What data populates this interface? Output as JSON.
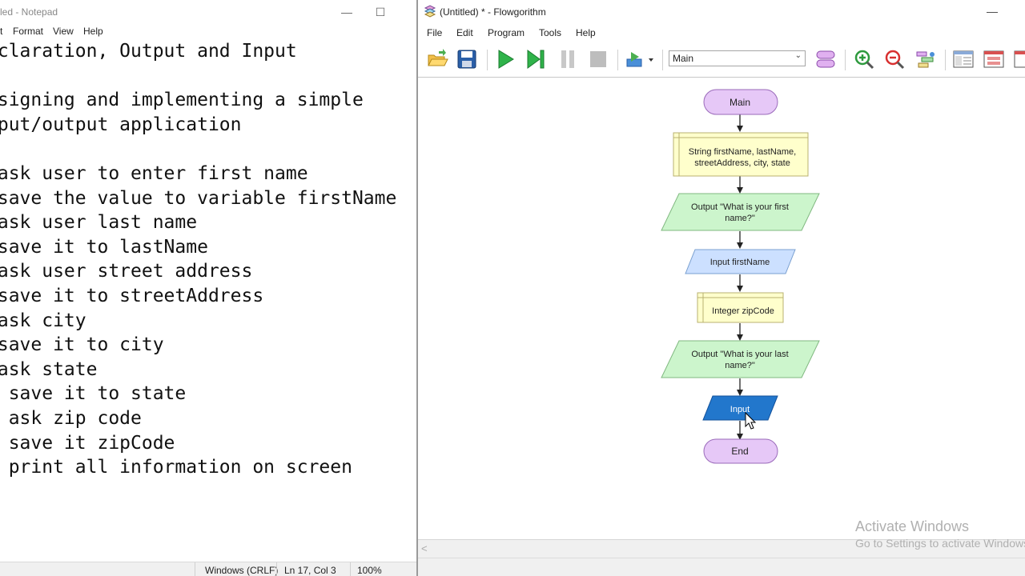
{
  "notepad": {
    "title": "led - Notepad",
    "menu": [
      "t",
      "Format",
      "View",
      "Help"
    ],
    "lines": [
      " claration, Output and Input",
      "",
      " signing and implementing a simple",
      " put/output application",
      "",
      " ask user to enter first name",
      " save the value to variable firstName",
      " ask user last name",
      " save it to lastName",
      " ask user street address",
      " save it to streetAddress",
      " ask city",
      " save it to city",
      " ask state",
      "  save it to state",
      "  ask zip code",
      "  save it zipCode",
      "  print all information on screen"
    ],
    "status": {
      "line_ending": "Windows (CRLF)",
      "position": "Ln 17, Col 3",
      "zoom": "100%"
    }
  },
  "flowgorithm": {
    "title": "(Untitled) * - Flowgorithm",
    "menu": [
      "File",
      "Edit",
      "Program",
      "Tools",
      "Help"
    ],
    "function_select": "Main",
    "toolbar_icons": [
      "open-folder-icon",
      "save-icon",
      "run-icon",
      "step-icon",
      "pause-icon",
      "stop-icon",
      "run-speed-icon",
      "function-manager-icon",
      "zoom-in-icon",
      "zoom-out-icon",
      "layout-icon",
      "variable-watch-icon",
      "console-icon",
      "chart-icon"
    ],
    "flowchart": {
      "start": "Main",
      "declare1_line1": "String firstName, lastName,",
      "declare1_line2": "streetAddress, city, state",
      "output1_line1": "Output \"What is your first",
      "output1_line2": "name?\"",
      "input1": "Input firstName",
      "declare2": "Integer zipCode",
      "output2_line1": "Output \"What is your last",
      "output2_line2": "name?\"",
      "input2": "Input",
      "end": "End"
    }
  },
  "watermark": {
    "line1": "Activate Windows",
    "line2": "Go to Settings to activate Windows."
  },
  "colors": {
    "terminal": "#e6c8f7",
    "declare": "#ffffcc",
    "output": "#ccf5cc",
    "input": "#cce0ff",
    "selected": "#2277cc"
  }
}
